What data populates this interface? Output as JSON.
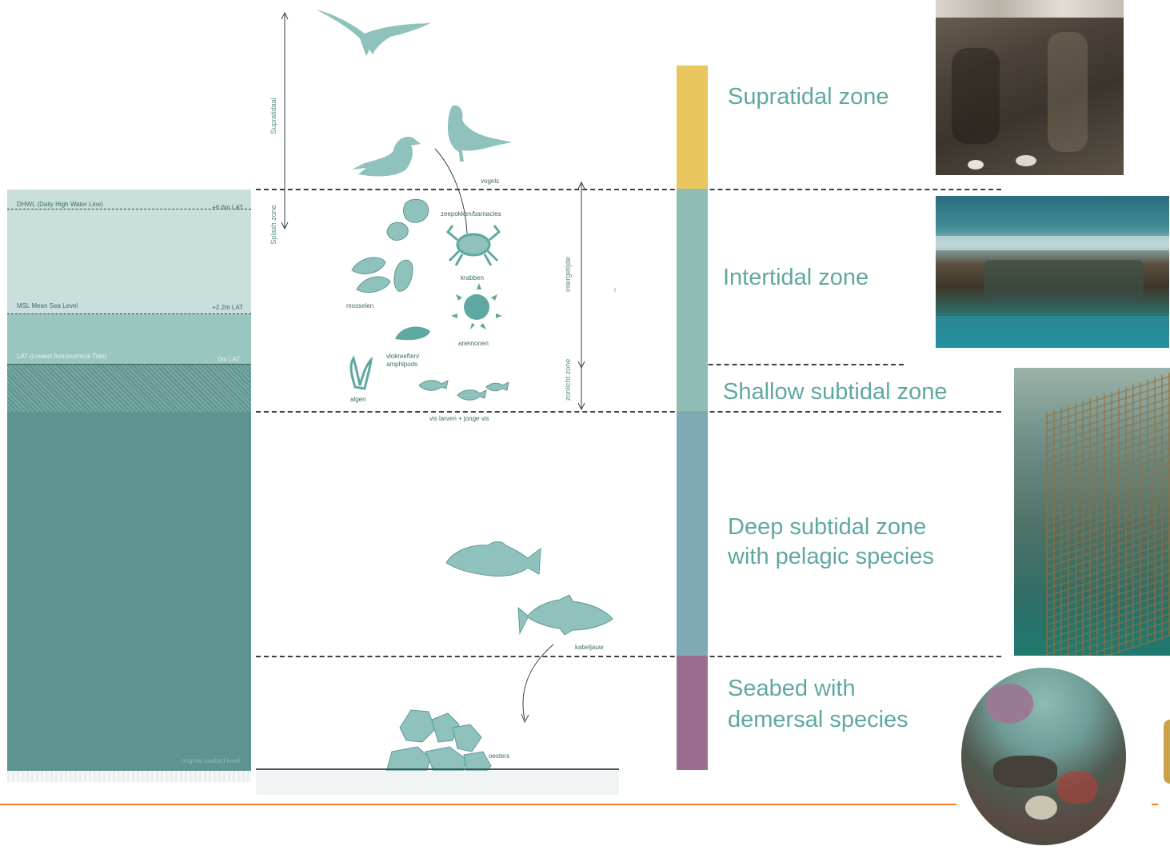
{
  "colors": {
    "supratidal": "#e9c55e",
    "intertidal": "#8fbcb5",
    "shallow": "#8fbcb5",
    "deep": "#7fa9b5",
    "seabed": "#9b6d8e",
    "label": "#5fa8a1",
    "accent_line": "#f07f2a",
    "water_light": "#c8dedb",
    "water_mid": "#8fbfb8",
    "water_deep": "#5e9490",
    "silhouette": "#8fc1bd"
  },
  "zones": {
    "supratidal": "Supratidal zone",
    "intertidal": "Intertidal zone",
    "shallow_subtidal": "Shallow subtidal zone",
    "deep_line1": "Deep subtidal zone",
    "deep_line2": "with pelagic species",
    "seabed_line1": "Seabed with",
    "seabed_line2": "demersal species"
  },
  "water_column": {
    "dhwl_label": "DHWL (Daily High Water Line)",
    "dhwl_value": "+6.6m LAT",
    "msl_label": "MSL Mean Sea Level",
    "msl_value": "+2.2m LAT",
    "lat_label": "LAT (Lowest Astronomical Tide)",
    "lat_value": "0m LAT",
    "seabed_label": "original seabed level"
  },
  "vertical_labels": {
    "supratidaal": "Supratidaal",
    "splash": "Splash zone",
    "intergetijde": "intergetijde",
    "zonlicht": "zonlicht zone"
  },
  "species": {
    "vogels": "vogels",
    "zeepokken": "zeepokken/barnacles",
    "krabben": "krabben",
    "mosselen": "mosselen",
    "anemonen": "anemonen",
    "vlokreeften_1": "vlokreeften/",
    "vlokreeften_2": "amphipods",
    "algen": "algen",
    "vislarven": "vis larven + jonge vis",
    "kabeljauw": "kabeljauw",
    "oesters": "oesters",
    "stray_r": "r"
  },
  "photos": {
    "cliff": "cliff-with-seabirds-photo",
    "rockpool": "rocky-shore-photo",
    "reef": "underwater-reef-structure-photo",
    "seabed": "seabed-species-photo"
  }
}
